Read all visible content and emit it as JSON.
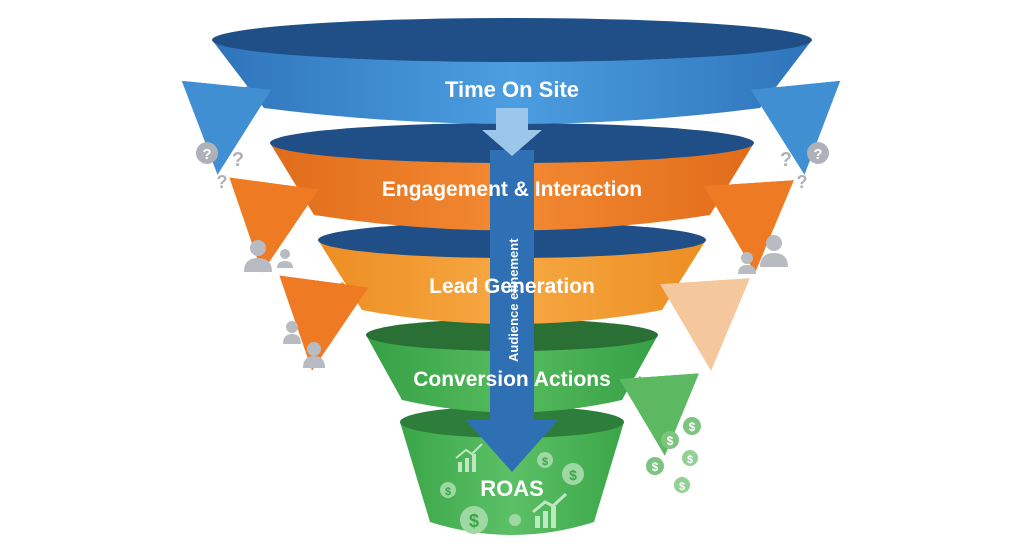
{
  "diagram": {
    "stages": [
      {
        "label": "Time On Site",
        "color": "#3f8fd2"
      },
      {
        "label": "Engagement & Interaction",
        "color": "#ee7a23"
      },
      {
        "label": "Lead Generation",
        "color": "#f29a2e"
      },
      {
        "label": "Conversion Actions",
        "color": "#45ad52"
      },
      {
        "label": "ROAS",
        "color": "#3fa84c"
      }
    ],
    "center_arrow_label": "Audience efinement",
    "colors": {
      "arrow": "#2f6fb3",
      "arrow_dark": "#1e4f8a",
      "gray_icon": "#b8bcc2",
      "money": "#7cc47f"
    },
    "icons": {
      "left_top": "question-marks-icon",
      "right_top": "question-marks-icon",
      "left_mid": "users-icon",
      "right_mid": "users-icon",
      "left_lower": "users-icon",
      "right_bottom": "dollar-coins-icon",
      "bottom_funnel": "growth-chart-and-dollar-icons"
    }
  }
}
